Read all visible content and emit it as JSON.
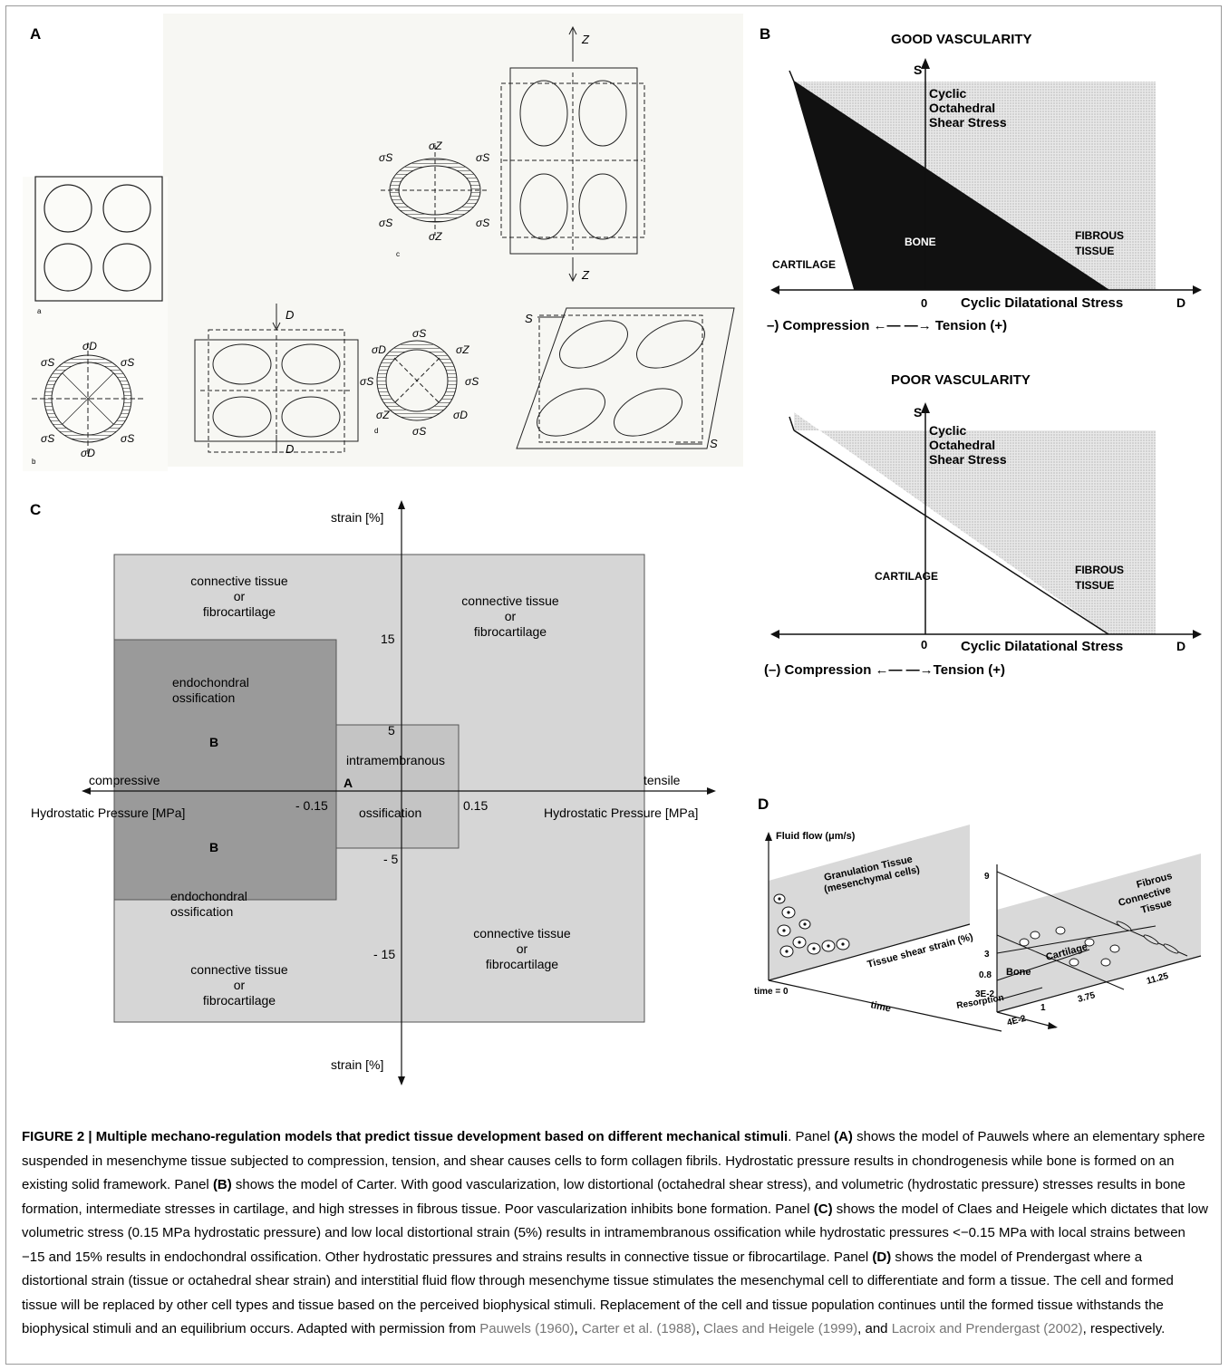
{
  "figure": {
    "panel_labels": {
      "a": "A",
      "b": "B",
      "c": "C",
      "d": "D"
    }
  },
  "panel_a": {
    "subfigure_letters": [
      "a",
      "b",
      "c",
      "d"
    ],
    "stress_symbols": {
      "sigma_s": "σS",
      "sigma_d": "σD",
      "sigma_z": "σZ"
    },
    "axis_letters": {
      "z": "Z",
      "d": "D",
      "s": "S"
    }
  },
  "panel_b": {
    "good": {
      "title": "GOOD VASCULARITY",
      "y_axis_symbol": "S",
      "y_axis_label": [
        "Cyclic",
        "Octahedral",
        "Shear Stress"
      ],
      "regions": {
        "bone": "BONE",
        "fibrous": [
          "FIBROUS",
          "TISSUE"
        ],
        "cartilage": "CARTILAGE"
      },
      "origin": "0",
      "x_axis_label": "Cyclic Dilatational Stress",
      "x_axis_symbol": "D",
      "compression_tension": "–) Compression ←—  —→ Tension (+)"
    },
    "poor": {
      "title": "POOR VASCULARITY",
      "y_axis_symbol": "S",
      "y_axis_label": [
        "Cyclic",
        "Octahedral",
        "Shear Stress"
      ],
      "regions": {
        "cartilage": "CARTILAGE",
        "fibrous": [
          "FIBROUS",
          "TISSUE"
        ]
      },
      "origin": "0",
      "x_axis_label": "Cyclic Dilatational Stress",
      "x_axis_symbol": "D",
      "compression_tension": "(–) Compression ←—  —→Tension (+)"
    }
  },
  "panel_c": {
    "y_label_top": "strain  [%]",
    "y_label_bottom": "strain  [%]",
    "x_label_left": "Hydrostatic Pressure [MPa]",
    "x_label_right": "Hydrostatic Pressure [MPa]",
    "compressive": "compressive",
    "tensile": "tensile",
    "ticks": {
      "y_15": "15",
      "y_5": "5",
      "y_m5": "- 5",
      "y_m15": "- 15",
      "x_m015": "- 0.15",
      "x_015": "0.15"
    },
    "regions": {
      "ct_top_left": [
        "connective tissue",
        "or",
        "fibrocartilage"
      ],
      "ct_top_right": [
        "connective tissue",
        "or",
        "fibrocartilage"
      ],
      "ct_bottom_right": [
        "connective tissue",
        "or",
        "fibrocartilage"
      ],
      "ct_bottom_left": [
        "connective tissue",
        "or",
        "fibrocartilage"
      ],
      "endo_top": [
        "endochondral",
        "ossification"
      ],
      "endo_bottom": [
        "endochondral",
        "ossification"
      ],
      "b_label": "B",
      "a_label": "A",
      "intra_top": "intramembranous",
      "intra_bottom": "ossification"
    }
  },
  "panel_d": {
    "fluid_flow": "Fluid flow (μm/s)",
    "granulation": [
      "Granulation Tissue",
      "(mesenchymal cells)"
    ],
    "tissue_shear": "Tissue shear strain (%)",
    "time0": "time = 0",
    "time": "time",
    "fibrous": [
      "Fibrous",
      "Connective",
      "Tissue"
    ],
    "cartilage": "Cartilage",
    "bone": "Bone",
    "resorption": "Resorption",
    "y_ticks": [
      "9",
      "3",
      "0.8",
      "3E-2"
    ],
    "x_ticks": [
      "4E-2",
      "1",
      "3.75",
      "11.25"
    ]
  },
  "caption": {
    "label": "FIGURE 2 |",
    "title": "Multiple mechano-regulation models that predict tissue development based on different mechanical stimuli",
    "t1": ". Panel ",
    "pA": "(A)",
    "t2": " shows the model of Pauwels where an elementary sphere suspended in mesenchyme tissue subjected to compression, tension, and shear causes cells to form collagen fibrils. Hydrostatic pressure results in chondrogenesis while bone is formed on an existing solid framework. Panel ",
    "pB": "(B)",
    "t3": " shows the model of Carter. With good vascularization, low distortional (octahedral shear stress), and volumetric (hydrostatic pressure) stresses results in bone formation, intermediate stresses in cartilage, and high stresses in fibrous tissue. Poor vascularization inhibits bone formation. Panel ",
    "pC": "(C)",
    "t4": " shows the model of Claes and Heigele which dictates that low volumetric stress (0.15 MPa hydrostatic pressure) and low local distortional strain (5%) results in intramembranous ossification while hydrostatic pressures <−0.15 MPa with local strains between −15 and 15% results in endochondral ossification. Other hydrostatic pressures and strains results in connective tissue or fibrocartilage. Panel ",
    "pD": "(D)",
    "t5": " shows the model of Prendergast where a distortional strain (tissue or octahedral shear strain) and interstitial fluid flow through mesenchyme tissue stimulates the mesenchymal cell to differentiate and form a tissue. The cell and formed tissue will be replaced by other cell types and tissue based on the perceived biophysical stimuli. Replacement of the cell and tissue population continues until the formed tissue withstands the biophysical stimuli and an equilibrium occurs. Adapted with permission from ",
    "c1": "Pauwels (1960)",
    "s1": ", ",
    "c2": "Carter et al. (1988)",
    "s2": ", ",
    "c3": "Claes and Heigele (1999)",
    "s3": ", and ",
    "c4": "Lacroix and Prendergast (2002)",
    "s4": ", respectively."
  }
}
